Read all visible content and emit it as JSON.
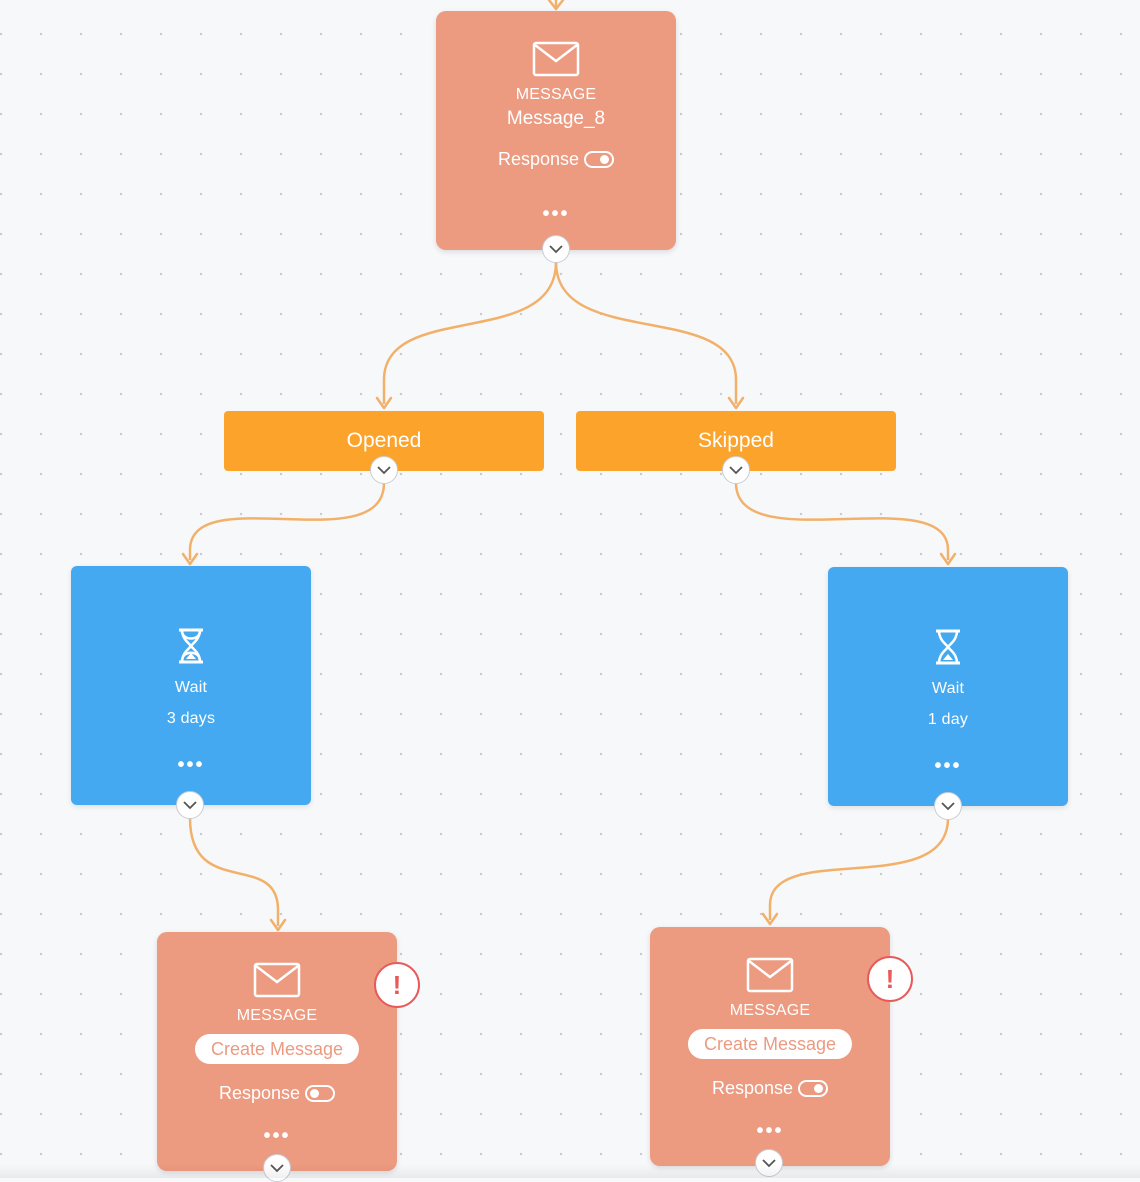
{
  "colors": {
    "message_node": "#ec9a80",
    "wait_node": "#44a9f1",
    "branch_node": "#fca32b",
    "connector": "#f2b069",
    "alert": "#e85a5a",
    "canvas_bg": "#f7f8fa"
  },
  "nodes": {
    "message_top": {
      "type_label": "MESSAGE",
      "name": "Message_8",
      "response_label": "Response",
      "response_toggle": "on",
      "more": "•••",
      "icon": "envelope-icon"
    },
    "branch_opened": {
      "label": "Opened"
    },
    "branch_skipped": {
      "label": "Skipped"
    },
    "wait_left": {
      "type_label": "Wait",
      "duration": "3 days",
      "more": "•••",
      "icon": "hourglass-icon"
    },
    "wait_right": {
      "type_label": "Wait",
      "duration": "1 day",
      "more": "•••",
      "icon": "hourglass-icon"
    },
    "message_left": {
      "type_label": "MESSAGE",
      "create_label": "Create Message",
      "response_label": "Response",
      "response_toggle": "off",
      "more": "•••",
      "alert": "!",
      "icon": "envelope-icon"
    },
    "message_right": {
      "type_label": "MESSAGE",
      "create_label": "Create Message",
      "response_label": "Response",
      "response_toggle": "on",
      "more": "•••",
      "alert": "!",
      "icon": "envelope-icon"
    }
  }
}
